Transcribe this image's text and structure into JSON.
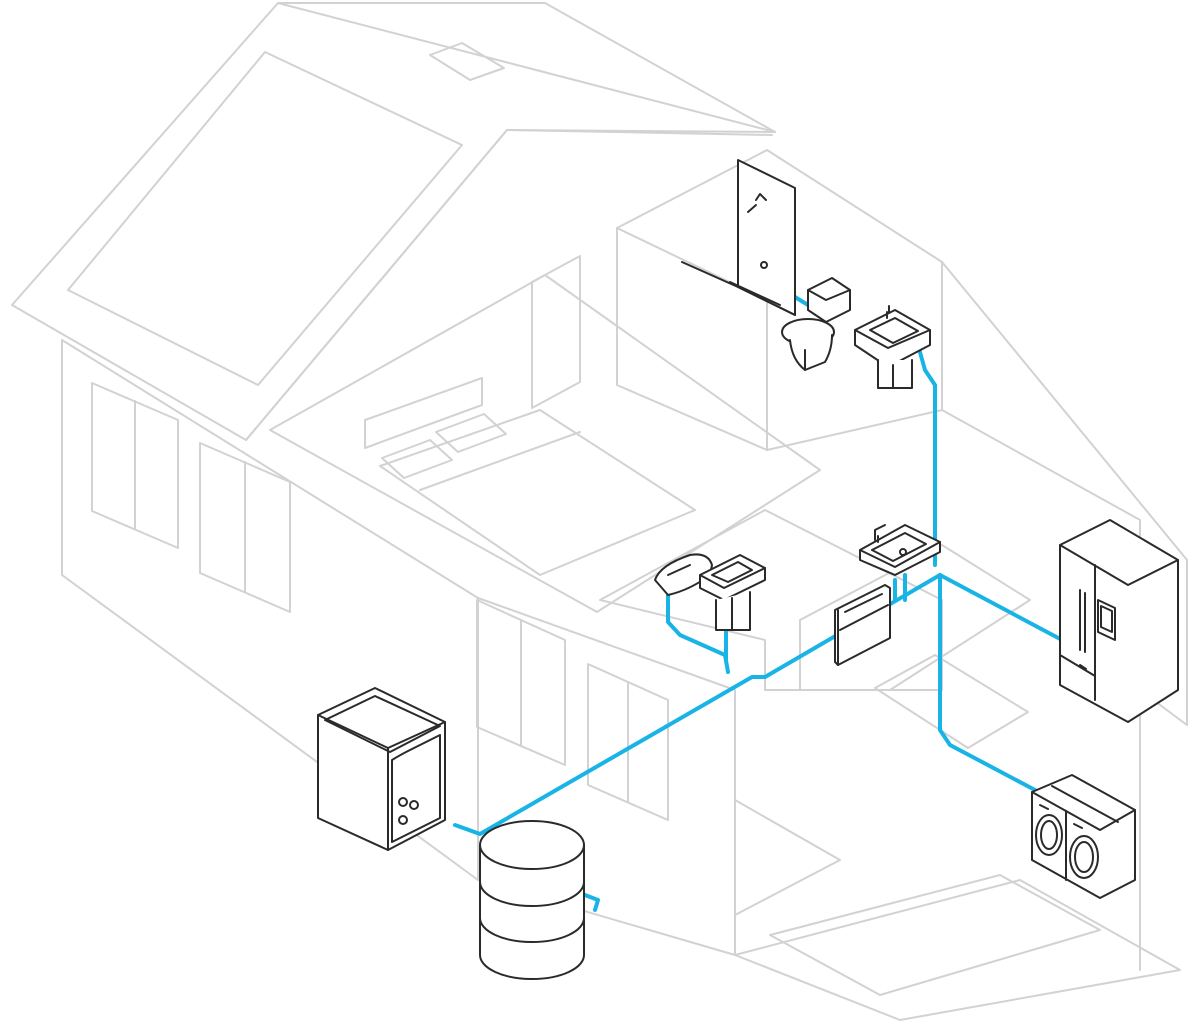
{
  "colors": {
    "pipe": "#19b4e6",
    "house_outline": "#d2d2d2",
    "fixture_outline": "#2a2a2a",
    "background": "#ffffff"
  },
  "fixtures": [
    {
      "id": "water-heater",
      "icon": "water-heater-icon"
    },
    {
      "id": "water-tank",
      "icon": "water-tank-icon"
    },
    {
      "id": "upstairs-shower",
      "icon": "shower-icon"
    },
    {
      "id": "upstairs-toilet",
      "icon": "toilet-icon"
    },
    {
      "id": "upstairs-sink",
      "icon": "sink-icon"
    },
    {
      "id": "downstairs-toilet",
      "icon": "toilet-icon"
    },
    {
      "id": "downstairs-sink",
      "icon": "sink-icon"
    },
    {
      "id": "kitchen-sink",
      "icon": "kitchen-sink-icon"
    },
    {
      "id": "dishwasher",
      "icon": "dishwasher-icon"
    },
    {
      "id": "refrigerator",
      "icon": "refrigerator-icon"
    },
    {
      "id": "washer-dryer",
      "icon": "washer-dryer-icon"
    }
  ]
}
